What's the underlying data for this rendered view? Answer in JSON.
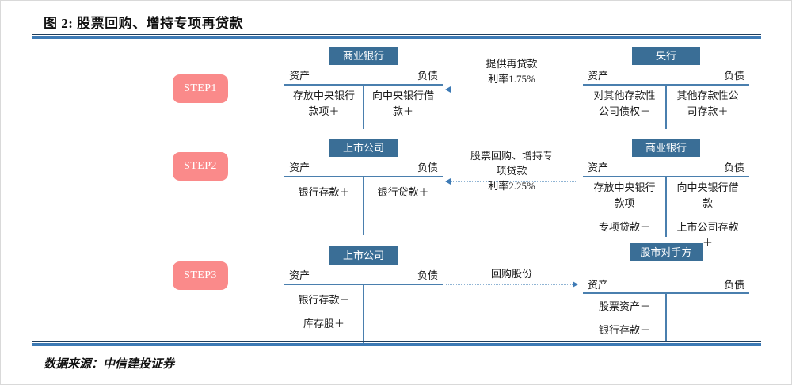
{
  "figure": {
    "title": "图 2: 股票回购、增持专项再贷款",
    "source": "数据来源：中信建投证券"
  },
  "colors": {
    "badge": "#fa8a8a",
    "header_box": "#3a6e96",
    "rule": "#3d7ab5",
    "t_line": "#4a7fae",
    "arrow": "#8fb4d4"
  },
  "labels": {
    "assets": "资产",
    "liabilities": "负债"
  },
  "steps": [
    {
      "badge": "STEP1",
      "left": {
        "header": "商业银行",
        "assets": [
          "存放中央银行款项＋"
        ],
        "liabilities": [
          "向中央银行借款＋"
        ]
      },
      "arrow": {
        "direction": "left",
        "lines": [
          "提供再贷款",
          "利率1.75%"
        ]
      },
      "right": {
        "header": "央行",
        "assets": [
          "对其他存款性公司债权＋"
        ],
        "liabilities": [
          "其他存款性公司存款＋"
        ]
      }
    },
    {
      "badge": "STEP2",
      "left": {
        "header": "上市公司",
        "assets": [
          "银行存款＋"
        ],
        "liabilities": [
          "银行贷款＋"
        ]
      },
      "arrow": {
        "direction": "left",
        "lines": [
          "股票回购、增持专",
          "项贷款",
          "利率2.25%"
        ]
      },
      "right": {
        "header": "商业银行",
        "assets": [
          "存放中央银行款项",
          "专项贷款＋"
        ],
        "liabilities": [
          "向中央银行借款",
          "上市公司存款＋"
        ]
      }
    },
    {
      "badge": "STEP3",
      "left": {
        "header": "上市公司",
        "assets": [
          "银行存款－",
          "库存股＋"
        ],
        "liabilities": []
      },
      "arrow": {
        "direction": "right",
        "lines": [
          "回购股份"
        ]
      },
      "right": {
        "header": "股市对手方",
        "assets": [
          "股票资产－",
          "银行存款＋"
        ],
        "liabilities": []
      }
    }
  ]
}
